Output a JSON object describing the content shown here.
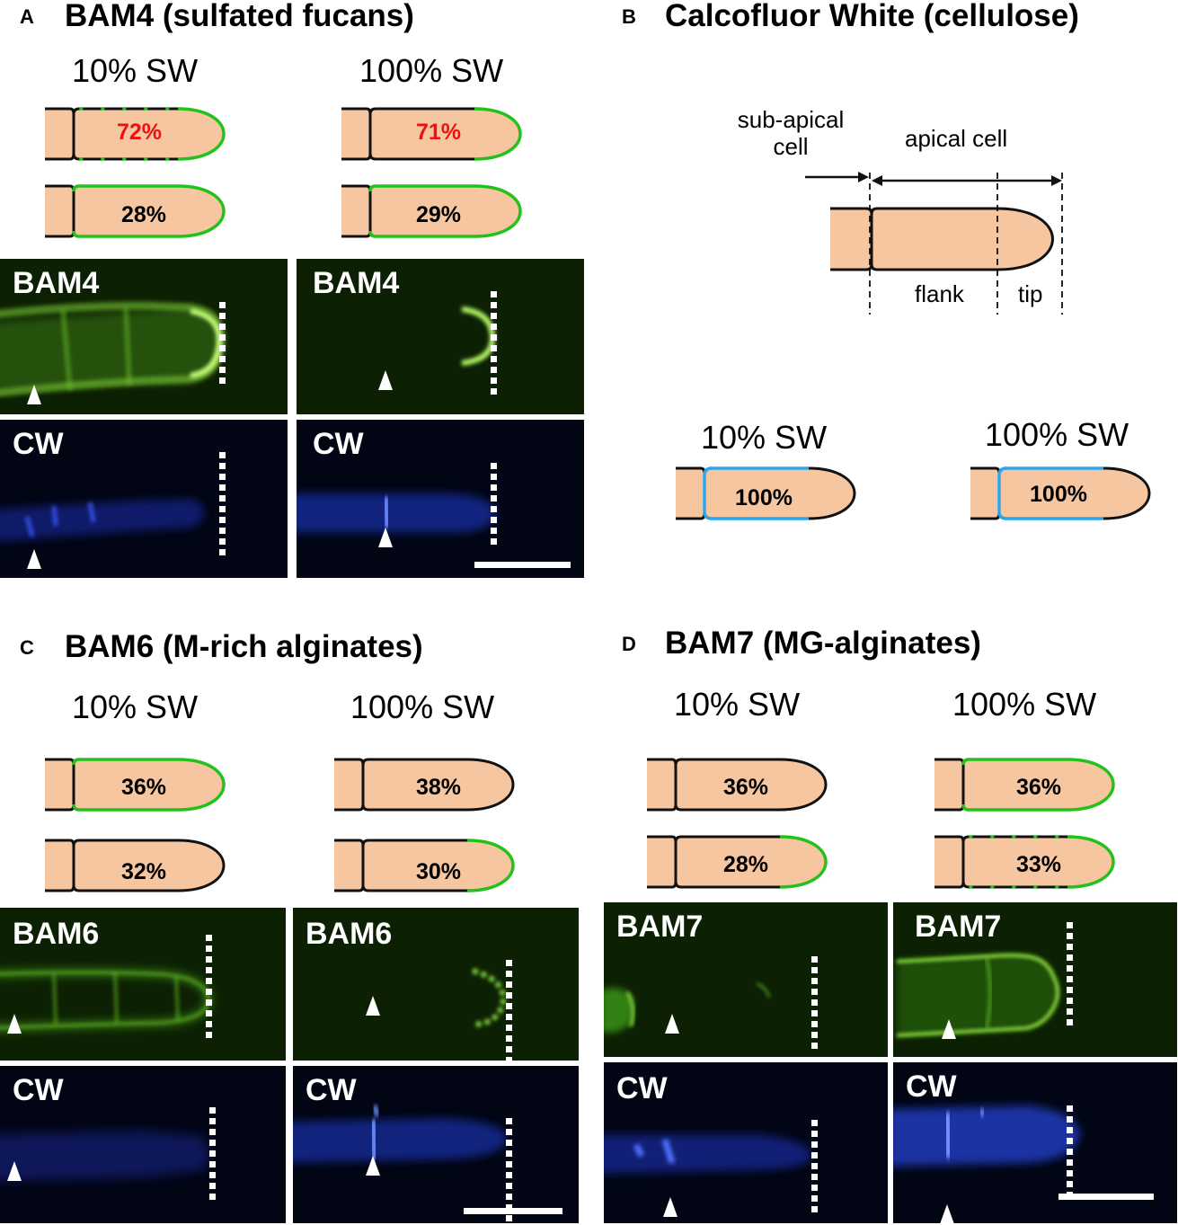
{
  "panel_a": {
    "letter": "A",
    "title": "BAM4 (sulfated fucans)",
    "conditions": [
      "10% SW",
      "100% SW"
    ],
    "cells": [
      {
        "pct": "72%",
        "red": true
      },
      {
        "pct": "71%",
        "red": true
      },
      {
        "pct": "28%",
        "red": false
      },
      {
        "pct": "29%",
        "red": false
      }
    ],
    "image_labels": [
      "BAM4",
      "BAM4",
      "CW",
      "CW"
    ]
  },
  "panel_b": {
    "letter": "B",
    "title": "Calcofluor White (cellulose)",
    "diagram": {
      "sub_apical_line1": "sub-apical",
      "sub_apical_line2": "cell",
      "apical_cell": "apical cell",
      "flank": "flank",
      "tip": "tip"
    },
    "conditions": [
      "10% SW",
      "100% SW"
    ],
    "cells": [
      {
        "pct": "100%"
      },
      {
        "pct": "100%"
      }
    ]
  },
  "panel_c": {
    "letter": "C",
    "title": "BAM6 (M-rich alginates)",
    "conditions": [
      "10% SW",
      "100% SW"
    ],
    "cells": [
      {
        "pct": "36%"
      },
      {
        "pct": "38%"
      },
      {
        "pct": "32%"
      },
      {
        "pct": "30%"
      }
    ],
    "image_labels": [
      "BAM6",
      "BAM6",
      "CW",
      "CW"
    ]
  },
  "panel_d": {
    "letter": "D",
    "title": "BAM7 (MG-alginates)",
    "conditions": [
      "10% SW",
      "100% SW"
    ],
    "cells": [
      {
        "pct": "36%"
      },
      {
        "pct": "36%"
      },
      {
        "pct": "28%"
      },
      {
        "pct": "33%"
      }
    ],
    "image_labels": [
      "BAM7",
      "BAM7",
      "CW",
      "CW"
    ]
  },
  "colors": {
    "cell_fill": "#f6c6a0",
    "outline": "#111111",
    "bam_label_green": "#33c233",
    "cw_label_blue": "#3399ee",
    "green_bg": "#0c2004",
    "blue_bg": "#010514",
    "percentage_red": "#ee1111"
  }
}
